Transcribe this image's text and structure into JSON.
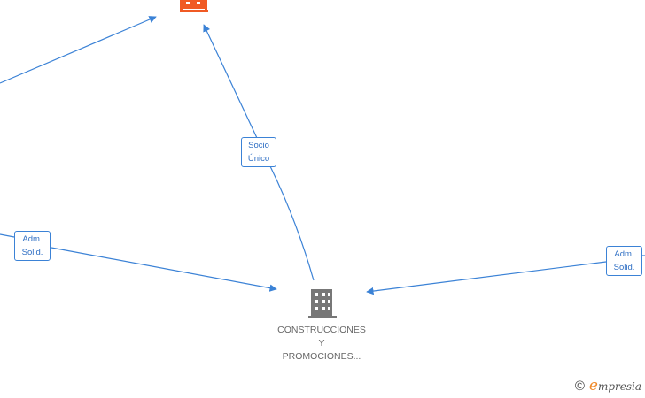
{
  "diagram": {
    "edges": [
      {
        "id": "edge-top-left",
        "label": []
      },
      {
        "id": "edge-socio-unico",
        "label": [
          "Socio",
          "Único"
        ]
      },
      {
        "id": "edge-adm-solid-left",
        "label": [
          "Adm.",
          "Solid."
        ]
      },
      {
        "id": "edge-adm-solid-right",
        "label": [
          "Adm.",
          "Solid."
        ]
      }
    ],
    "nodes": {
      "top": {
        "icon": "building-icon",
        "color": "#f05a24"
      },
      "main": {
        "icon": "building-icon",
        "color": "#777777",
        "caption": [
          "CONSTRUCCIONES",
          "Y",
          "PROMOCIONES..."
        ]
      }
    }
  },
  "colors": {
    "edge": "#3b82d6",
    "label_text": "#2f6fc4",
    "accent": "#f05a24",
    "node_gray": "#777777"
  },
  "footer": {
    "copyright_symbol": "©",
    "brand_initial": "e",
    "brand_rest": "mpresia"
  }
}
